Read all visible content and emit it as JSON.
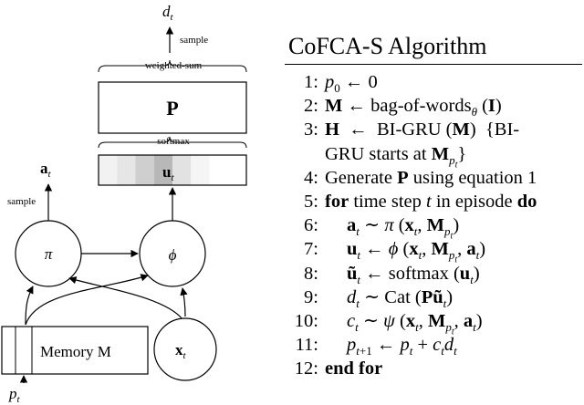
{
  "diagram": {
    "d_label": "d",
    "d_sub": "t",
    "sample_top": "sample",
    "weighted_sum": "weighted-sum",
    "P_label": "P",
    "softmax": "softmax",
    "u_label": "u",
    "u_sub": "t",
    "a_label": "a",
    "a_sub": "t",
    "sample_left": "sample",
    "pi": "π",
    "phi": "ϕ",
    "memory": "Memory M",
    "x_label": "x",
    "x_sub": "t",
    "p_label": "p",
    "p_sub": "t"
  },
  "algorithm": {
    "title": "CoFCA-S Algorithm",
    "lines": [
      {
        "num": "1:",
        "text": "p₀ ← 0"
      },
      {
        "num": "2:",
        "text": "M ← bag-of-words_θ (I)"
      },
      {
        "num": "3:",
        "text": "H  ←  BI-GRU (M)  {BI-"
      },
      {
        "num": "",
        "text": "GRU starts at M_pt}"
      },
      {
        "num": "4:",
        "text": "Generate P using equation 1"
      },
      {
        "num": "5:",
        "text": "for time step t in episode do"
      },
      {
        "num": "6:",
        "text": "aₜ ∼ π (xₜ, M_pt)"
      },
      {
        "num": "7:",
        "text": "uₜ ← ϕ (xₜ, M_pt, aₜ)"
      },
      {
        "num": "8:",
        "text": "ũₜ ← softmax (uₜ)"
      },
      {
        "num": "9:",
        "text": "dₜ ∼ Cat (P ũₜ)"
      },
      {
        "num": "10:",
        "text": "cₜ ∼ ψ (xₜ, M_pt, aₜ)"
      },
      {
        "num": "11:",
        "text": "pₜ₊₁ ← pₜ + cₜdₜ"
      },
      {
        "num": "12:",
        "text": "end for"
      }
    ]
  },
  "colors": {
    "ink": "#000000",
    "softmax_shades": [
      "#f2f2f2",
      "#e6e6e6",
      "#cfcfcf",
      "#b8b8b8",
      "#e2e2e2",
      "#f5f5f5"
    ]
  }
}
